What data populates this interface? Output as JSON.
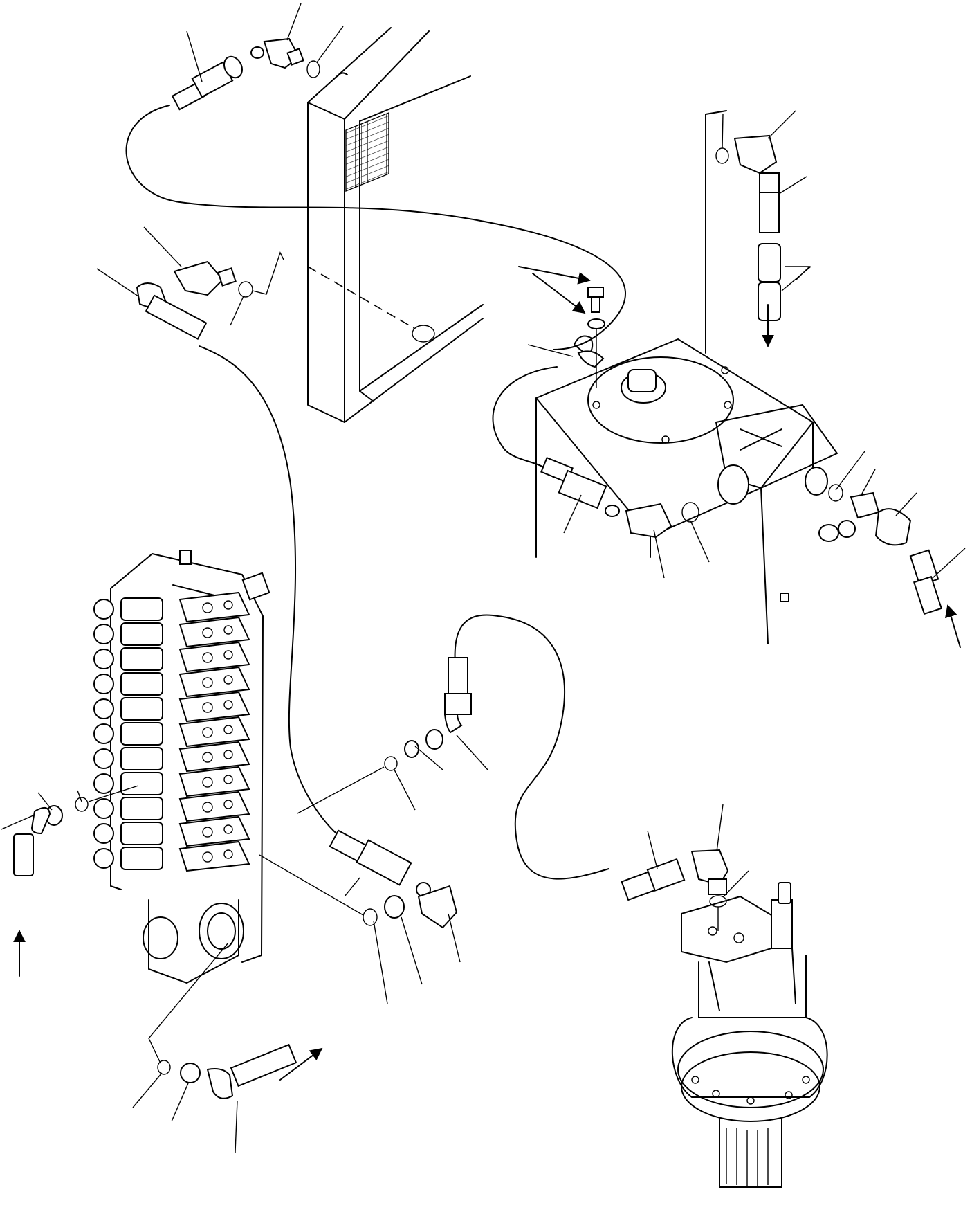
{
  "diagram": {
    "components": [
      "oil-cooler",
      "hydraulic-tank",
      "control-valve",
      "swing-motor"
    ],
    "flow_arrows": 5,
    "leader_lines": 30,
    "colors": {
      "line": "#000000",
      "background": "#ffffff"
    }
  }
}
